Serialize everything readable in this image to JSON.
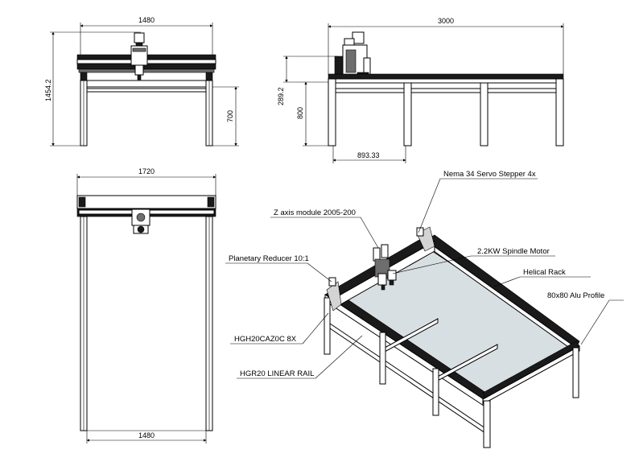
{
  "front_view": {
    "width_dim": "1480",
    "height_dim": "1454.2",
    "leg_dim": "700"
  },
  "side_view": {
    "length_dim": "3000",
    "gantry_dim": "289.2",
    "table_height_dim": "800",
    "leg_spacing_dim": "893.33"
  },
  "top_view": {
    "outer_width_dim": "1720",
    "inner_width_dim": "1480"
  },
  "iso_labels": {
    "nema": "Nema 34 Servo Stepper 4x",
    "z_axis": "Z axis module 2005-200",
    "spindle": "2.2KW  Spindle Motor",
    "planetary": "Planetary Reducer 10:1",
    "rack": "Helical Rack",
    "alu": "80x80 Alu Profile",
    "carriage": "HGH20CAZ0C 8X",
    "rail": "HGR20 LINEAR RAIL"
  },
  "colors": {
    "line": "#000000",
    "table_surface": "#d8dfe3",
    "profile_dark": "#1a1a1a"
  }
}
